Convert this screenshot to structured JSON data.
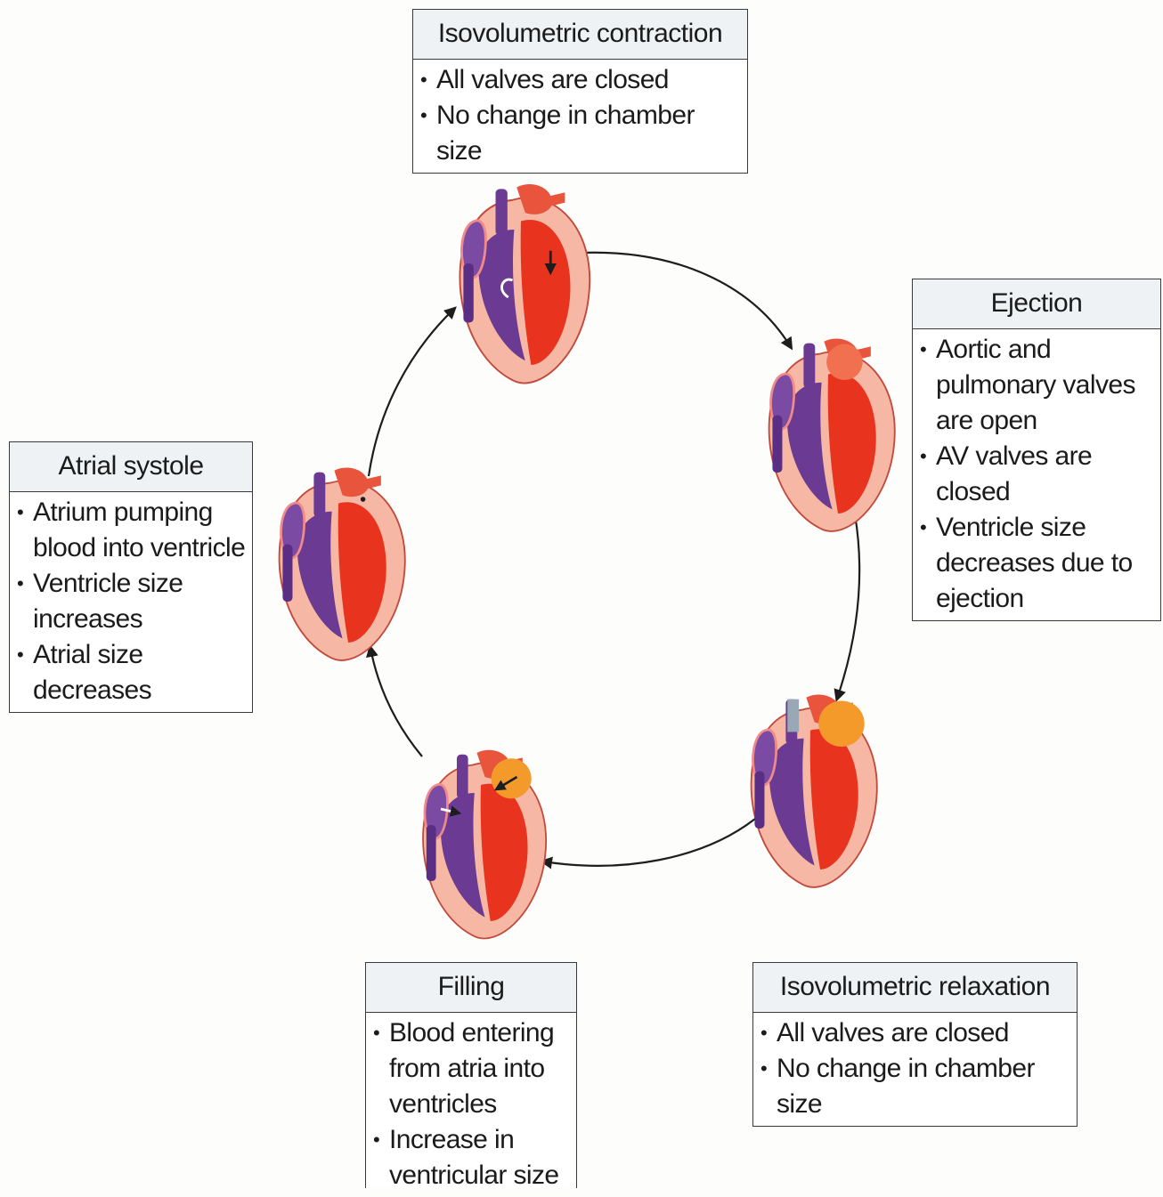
{
  "stages": [
    {
      "id": "isovolumetric-contraction",
      "title": "Isovolumetric contraction",
      "bullets": [
        "All valves are closed",
        "No change in chamber size"
      ]
    },
    {
      "id": "ejection",
      "title": "Ejection",
      "bullets": [
        "Aortic and pulmonary valves are open",
        "AV valves are closed",
        "Ventricle size decreases due to ejection"
      ]
    },
    {
      "id": "isovolumetric-relaxation",
      "title": "Isovolumetric relaxation",
      "bullets": [
        "All valves are closed",
        "No change in chamber size"
      ]
    },
    {
      "id": "filling",
      "title": "Filling",
      "bullets": [
        "Blood entering from atria into ventricles",
        "Increase in ventricular size"
      ]
    },
    {
      "id": "atrial-systole",
      "title": "Atrial systole",
      "bullets": [
        "Atrium pumping blood into ventricle",
        "Ventricle size increases",
        "Atrial size decreases"
      ]
    }
  ],
  "colors": {
    "oxygenated": "#e8341f",
    "deoxygenated": "#6b3a92",
    "heart_wall": "#f6b8a4",
    "outline": "#c24a3c",
    "arrow": "#1d1d1d",
    "box_border": "#3a3a3a",
    "title_bg": "#eef2f4"
  }
}
